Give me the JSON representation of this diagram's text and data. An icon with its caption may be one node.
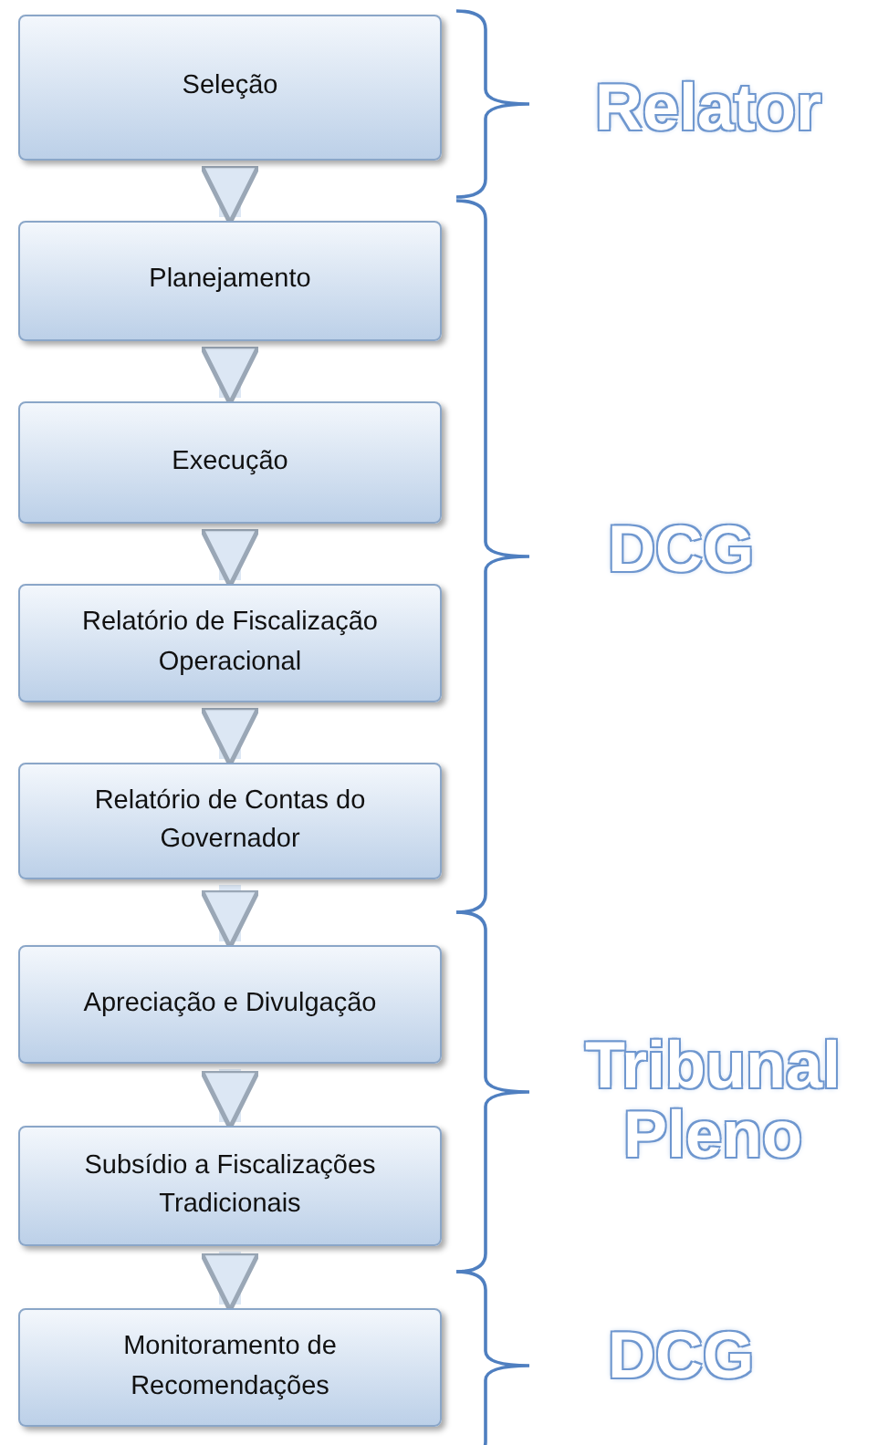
{
  "diagram": {
    "nodes": [
      {
        "text": [
          "Seleção"
        ]
      },
      {
        "text": [
          "Planejamento"
        ]
      },
      {
        "text": [
          "Execução"
        ]
      },
      {
        "text": [
          "Relatório de Fiscalização Operacional"
        ]
      },
      {
        "text": [
          "Relatório de Contas do Governador"
        ]
      },
      {
        "text": [
          "Apreciação e Divulgação"
        ]
      },
      {
        "text": [
          "Subsídio a Fiscalizações Tradicionais"
        ]
      },
      {
        "text": [
          "Monitoramento de Recomendações"
        ]
      }
    ],
    "edges": [
      {
        "from": 0,
        "to": 1,
        "arrow": "to"
      },
      {
        "from": 1,
        "to": 2,
        "arrow": "to"
      },
      {
        "from": 2,
        "to": 3,
        "arrow": "to"
      },
      {
        "from": 3,
        "to": 4,
        "arrow": "to"
      },
      {
        "from": 4,
        "to": 5,
        "arrow": "to"
      },
      {
        "from": 5,
        "to": 6,
        "arrow": "to"
      },
      {
        "from": 6,
        "to": 7,
        "arrow": "to"
      }
    ],
    "labels": [
      "Relator",
      "DCG",
      "Tribunal Pleno",
      "DCG"
    ]
  }
}
